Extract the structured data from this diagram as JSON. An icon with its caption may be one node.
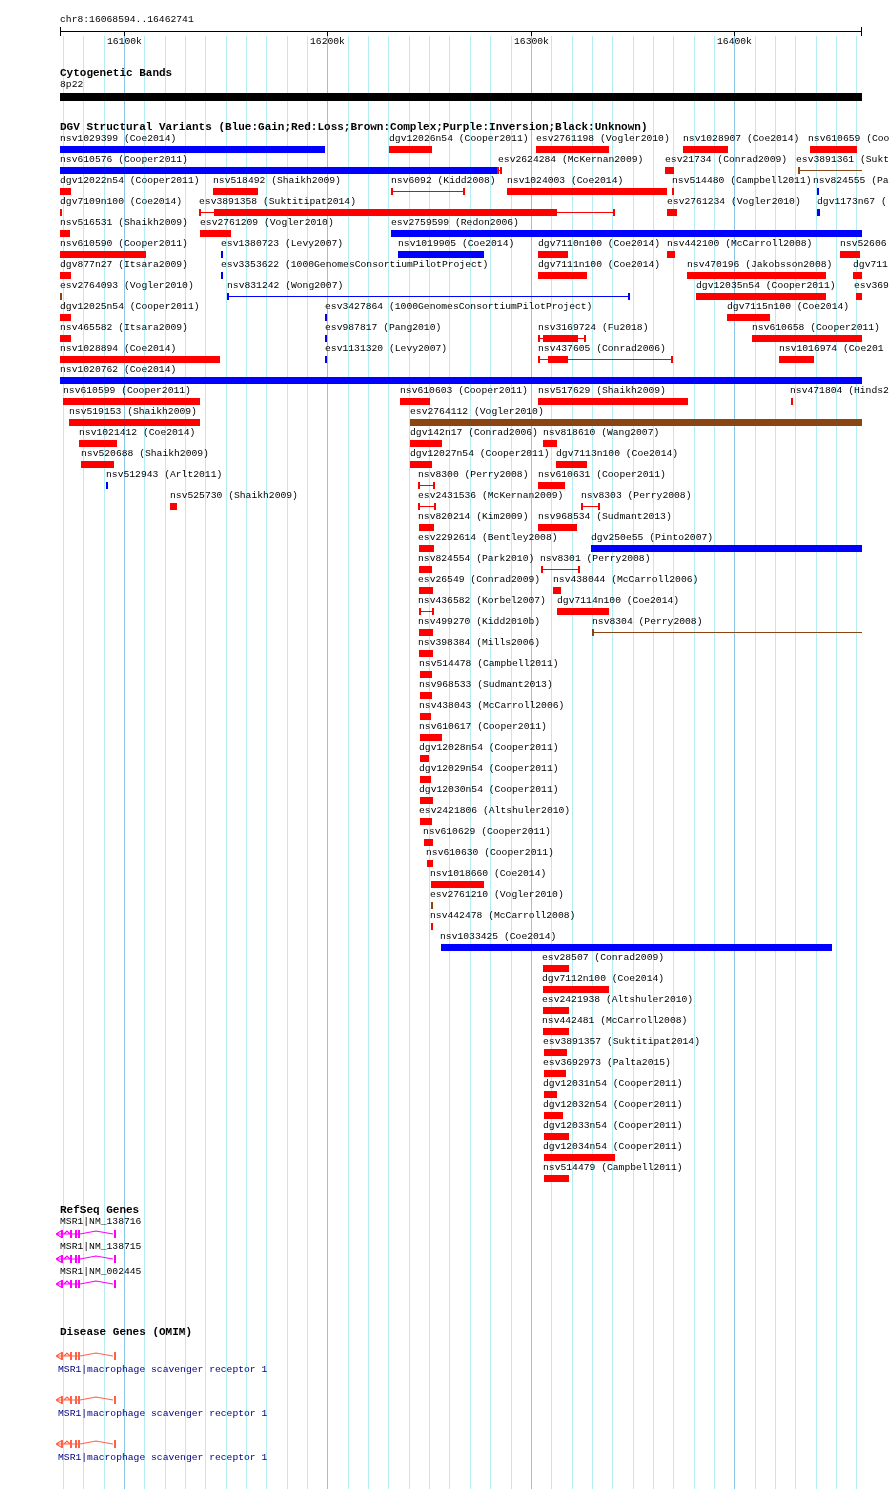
{
  "diagram": {
    "labels": [
      "chr8:16068594..16462741",
      "16100k",
      "16200k",
      "16300k",
      "16400k",
      "Cytogenetic Bands",
      "8p22",
      "DGV Structural Variants (Blue:Gain;Red:Loss;Brown:Complex;Purple:Inversion;Black:Unknown)",
      "nsv1029399 (Coe2014)",
      "dgv12026n54 (Cooper2011)",
      "esv2761198 (Vogler2010)",
      "nsv1028907 (Coe2014)",
      "nsv610659 (Coo",
      "nsv610576 (Cooper2011)",
      "esv2624284 (McKernan2009)",
      "esv21734 (Conrad2009)",
      "esv3891361 (Sukt",
      "dgv12022n54 (Cooper2011)",
      "nsv518492 (Shaikh2009)",
      "nsv6092 (Kidd2008)",
      "nsv1024003 (Coe2014)",
      "nsv514480 (Campbell2011)",
      "nsv824555 (Pa",
      "dgv7109n100 (Coe2014)",
      "esv3891358 (Suktitipat2014)",
      "esv2761234 (Vogler2010)",
      "dgv1173n67 (",
      "nsv516531 (Shaikh2009)",
      "esv2761209 (Vogler2010)",
      "esv2759599 (Redon2006)",
      "nsv610590 (Cooper2011)",
      "esv1380723 (Levy2007)",
      "nsv1019905 (Coe2014)",
      "dgv7110n100 (Coe2014)",
      "nsv442100 (McCarroll2008)",
      "nsv52606",
      "dgv877n27 (Itsara2009)",
      "esv3353622 (1000GenomesConsortiumPilotProject)",
      "dgv7111n100 (Coe2014)",
      "nsv470196 (Jakobsson2008)",
      "dgv711",
      "esv2764093 (Vogler2010)",
      "nsv831242 (Wong2007)",
      "dgv12035n54 (Cooper2011)",
      "esv369",
      "dgv12025n54 (Cooper2011)",
      "esv3427864 (1000GenomesConsortiumPilotProject)",
      "dgv7115n100 (Coe2014)",
      "nsv465582 (Itsara2009)",
      "esv987817 (Pang2010)",
      "nsv3169724 (Fu2018)",
      "nsv610658 (Cooper2011)",
      "nsv1028894 (Coe2014)",
      "esv1131320 (Levy2007)",
      "nsv437605 (Conrad2006)",
      "nsv1016974 (Coe201",
      "nsv1020762 (Coe2014)",
      "nsv610599 (Cooper2011)",
      "nsv610603 (Cooper2011)",
      "nsv517629 (Shaikh2009)",
      "nsv471804 (Hinds2",
      "nsv519153 (Shaikh2009)",
      "esv2764112 (Vogler2010)",
      "nsv1021412 (Coe2014)",
      "dgv142n17 (Conrad2006)",
      "nsv818610 (Wang2007)",
      "nsv520688 (Shaikh2009)",
      "dgv12027n54 (Cooper2011)",
      "dgv7113n100 (Coe2014)",
      "nsv512943 (Arlt2011)",
      "nsv8300 (Perry2008)",
      "nsv610631 (Cooper2011)",
      "nsv525730 (Shaikh2009)",
      "esv2431536 (McKernan2009)",
      "nsv8303 (Perry2008)",
      "nsv820214 (Kim2009)",
      "nsv968534 (Sudmant2013)",
      "esv2292614 (Bentley2008)",
      "dgv250e55 (Pinto2007)",
      "nsv824554 (Park2010)",
      "nsv8301 (Perry2008)",
      "esv26549 (Conrad2009)",
      "nsv438044 (McCarroll2006)",
      "nsv436582 (Korbel2007)",
      "dgv7114n100 (Coe2014)",
      "nsv499270 (Kidd2010b)",
      "nsv8304 (Perry2008)",
      "nsv398384 (Mills2006)",
      "nsv514478 (Campbell2011)",
      "nsv968533 (Sudmant2013)",
      "nsv438043 (McCarroll2006)",
      "nsv610617 (Cooper2011)",
      "dgv12028n54 (Cooper2011)",
      "dgv12029n54 (Cooper2011)",
      "dgv12030n54 (Cooper2011)",
      "esv2421806 (Altshuler2010)",
      "nsv610629 (Cooper2011)",
      "nsv610630 (Cooper2011)",
      "nsv1018660 (Coe2014)",
      "esv2761210 (Vogler2010)",
      "nsv442478 (McCarroll2008)",
      "nsv1033425 (Coe2014)",
      "esv28507 (Conrad2009)",
      "dgv7112n100 (Coe2014)",
      "esv2421938 (Altshuler2010)",
      "nsv442481 (McCarroll2008)",
      "esv3891357 (Suktitipat2014)",
      "esv3692973 (Palta2015)",
      "dgv12031n54 (Cooper2011)",
      "dgv12032n54 (Cooper2011)",
      "dgv12033n54 (Cooper2011)",
      "dgv12034n54 (Cooper2011)",
      "nsv514479 (Campbell2011)",
      "RefSeq Genes",
      "MSR1|NM_138716",
      "MSR1|NM_138715",
      "MSR1|NM_002445",
      "Disease Genes (OMIM)",
      "MSR1|macrophage scavenger receptor 1",
      "MSR1|macrophage scavenger receptor 1",
      "MSR1|macrophage scavenger receptor 1"
    ]
  }
}
